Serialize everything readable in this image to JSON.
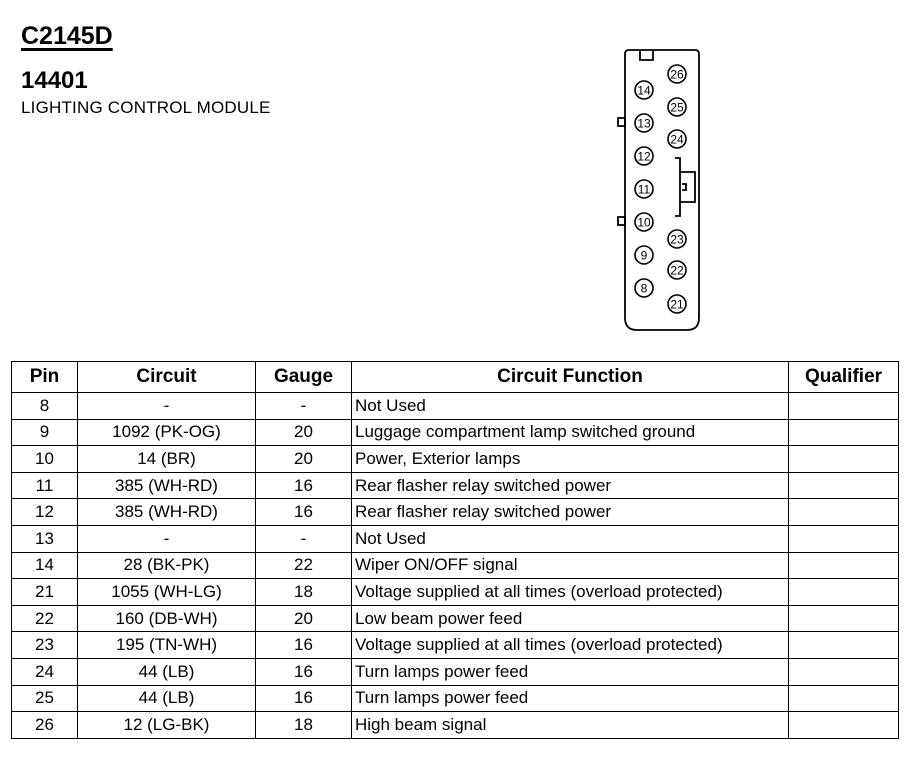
{
  "header": {
    "connector_id": "C2145D",
    "part_number": "14401",
    "module_name": "LIGHTING CONTROL MODULE"
  },
  "connector": {
    "left_pins": [
      "14",
      "13",
      "12",
      "11",
      "10",
      "9",
      "8"
    ],
    "right_pins": [
      "26",
      "25",
      "24",
      "23",
      "22",
      "21"
    ]
  },
  "table": {
    "headers": {
      "pin": "Pin",
      "circuit": "Circuit",
      "gauge": "Gauge",
      "function": "Circuit Function",
      "qualifier": "Qualifier"
    },
    "rows": [
      {
        "pin": "8",
        "circuit": "-",
        "gauge": "-",
        "function": "Not Used",
        "qualifier": ""
      },
      {
        "pin": "9",
        "circuit": "1092 (PK-OG)",
        "gauge": "20",
        "function": "Luggage compartment lamp switched ground",
        "qualifier": ""
      },
      {
        "pin": "10",
        "circuit": "14 (BR)",
        "gauge": "20",
        "function": "Power, Exterior lamps",
        "qualifier": ""
      },
      {
        "pin": "11",
        "circuit": "385 (WH-RD)",
        "gauge": "16",
        "function": "Rear flasher relay switched power",
        "qualifier": ""
      },
      {
        "pin": "12",
        "circuit": "385 (WH-RD)",
        "gauge": "16",
        "function": "Rear flasher relay switched power",
        "qualifier": ""
      },
      {
        "pin": "13",
        "circuit": "-",
        "gauge": "-",
        "function": "Not Used",
        "qualifier": ""
      },
      {
        "pin": "14",
        "circuit": "28 (BK-PK)",
        "gauge": "22",
        "function": "Wiper ON/OFF signal",
        "qualifier": ""
      },
      {
        "pin": "21",
        "circuit": "1055 (WH-LG)",
        "gauge": "18",
        "function": "Voltage supplied at all times (overload protected)",
        "qualifier": ""
      },
      {
        "pin": "22",
        "circuit": "160 (DB-WH)",
        "gauge": "20",
        "function": "Low beam power feed",
        "qualifier": ""
      },
      {
        "pin": "23",
        "circuit": "195 (TN-WH)",
        "gauge": "16",
        "function": "Voltage supplied at all times (overload protected)",
        "qualifier": ""
      },
      {
        "pin": "24",
        "circuit": "44 (LB)",
        "gauge": "16",
        "function": "Turn lamps power feed",
        "qualifier": ""
      },
      {
        "pin": "25",
        "circuit": "44 (LB)",
        "gauge": "16",
        "function": "Turn lamps power feed",
        "qualifier": ""
      },
      {
        "pin": "26",
        "circuit": "12 (LG-BK)",
        "gauge": "18",
        "function": "High beam signal",
        "qualifier": ""
      }
    ]
  }
}
